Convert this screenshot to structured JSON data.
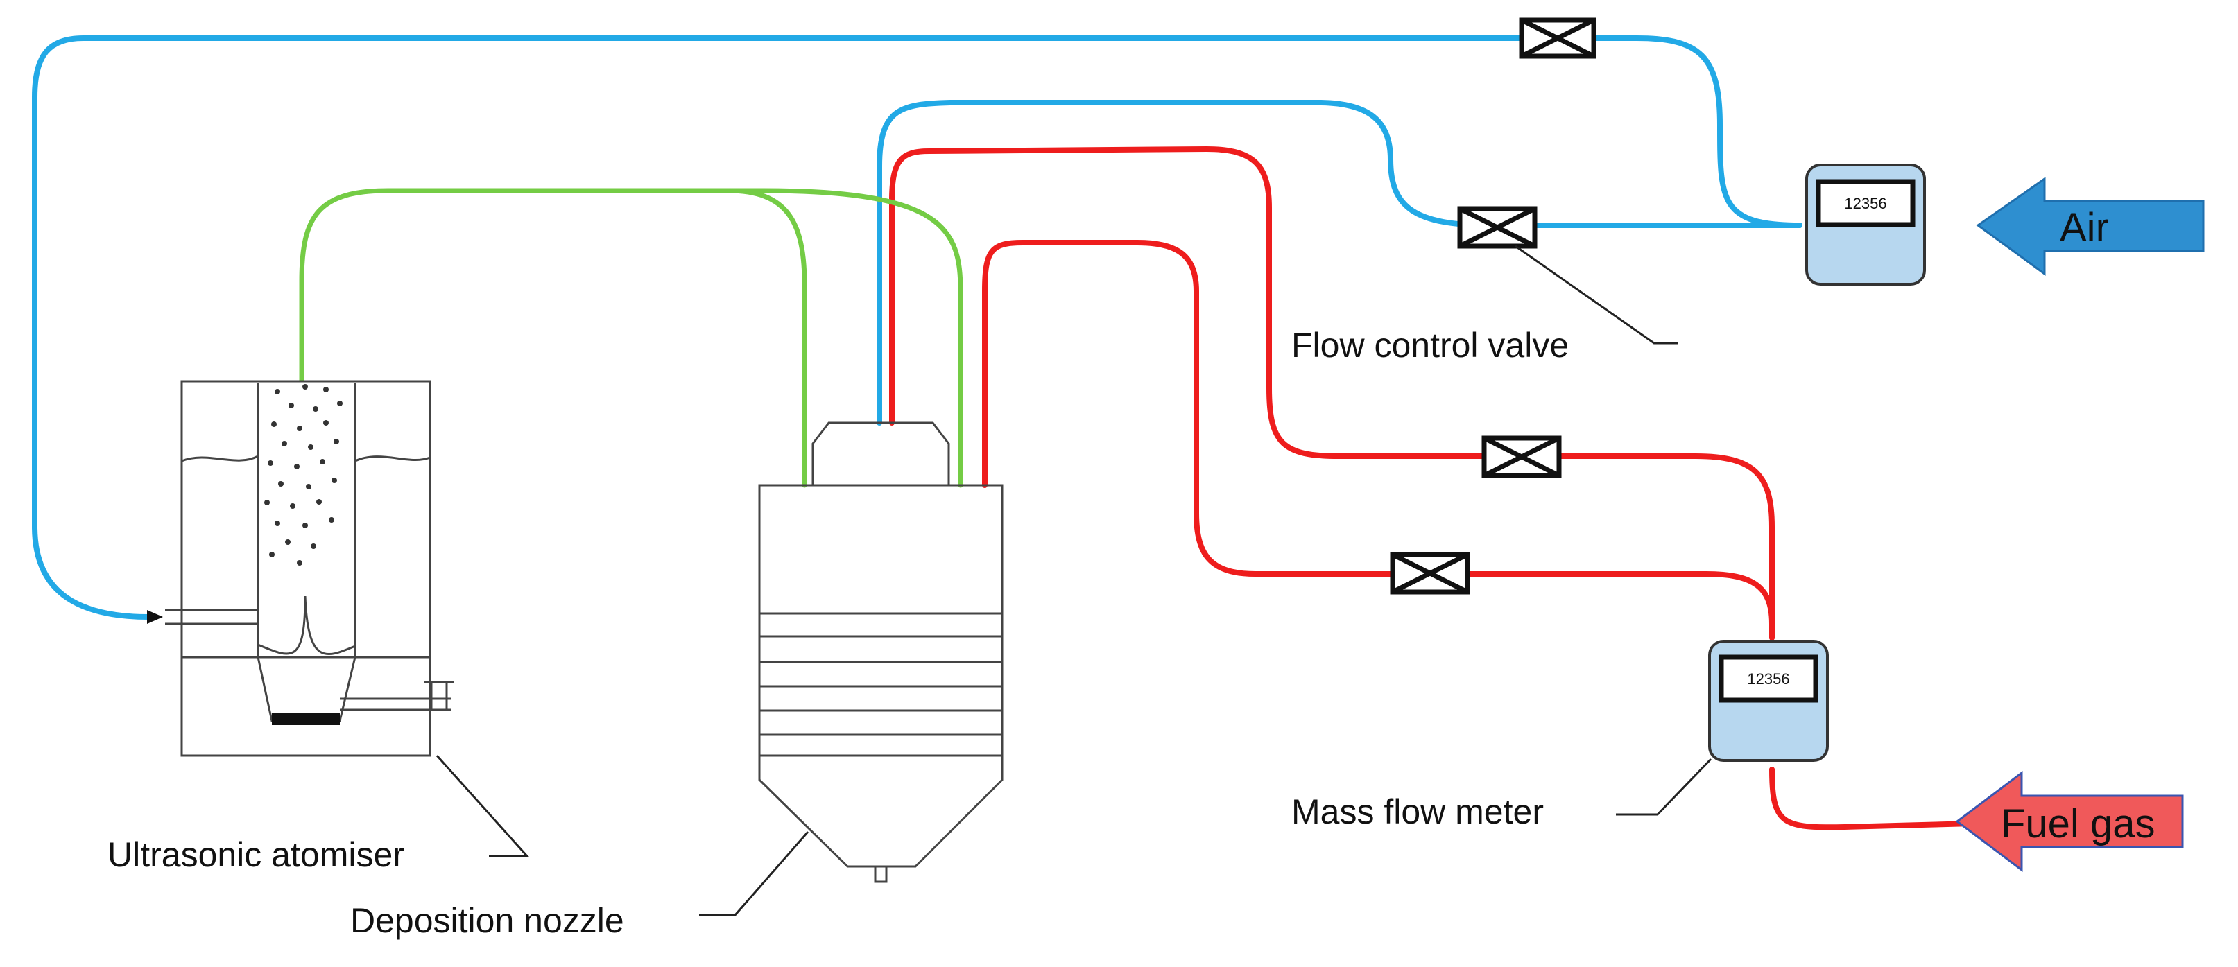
{
  "labels": {
    "flow_control_valve": "Flow control valve",
    "ultrasonic_atomiser": "Ultrasonic atomiser",
    "deposition_nozzle": "Deposition nozzle",
    "mass_flow_meter": "Mass flow meter"
  },
  "inlets": {
    "air": "Air",
    "fuel_gas": "Fuel gas"
  },
  "meters": {
    "air_reading": "12356",
    "fuel_reading": "12356"
  },
  "colors": {
    "air_line": "#22a9e6",
    "fuel_line": "#ee1d1d",
    "aerosol_line": "#74cc45",
    "meter_fill": "#b7d7ef",
    "air_arrow": "#2e8fd0",
    "fuel_arrow": "#f0595a"
  }
}
